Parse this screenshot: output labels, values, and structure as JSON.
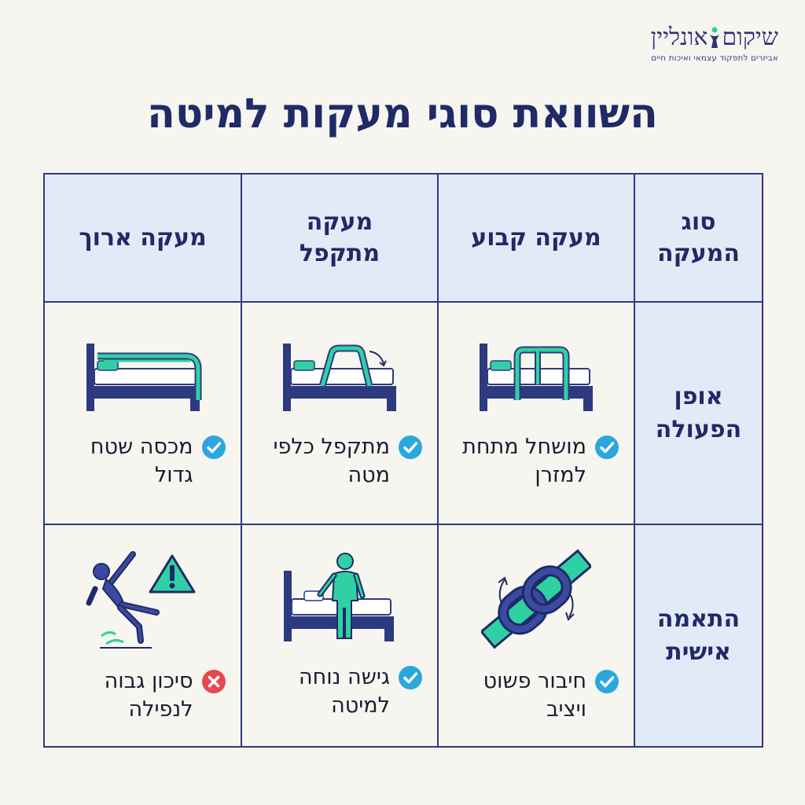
{
  "logo": {
    "name_part1": "שיקום",
    "name_part2": "אונליין",
    "tagline": "אביזרים לתפקוד עצמאי ואיכות חיים"
  },
  "title": "השוואת סוגי מעקות למיטה",
  "table": {
    "corner_header": "סוג המעקה",
    "columns": [
      "מעקה קבוע",
      "מעקה מתקפל",
      "מעקה ארוך"
    ],
    "rows": [
      {
        "header": "אופן הפעולה",
        "cells": [
          {
            "icon": "bed-fixed-rail-icon",
            "status": "check",
            "text": "מושחל מתחת למזרן"
          },
          {
            "icon": "bed-folding-rail-icon",
            "status": "check",
            "text": "מתקפל כלפי מטה"
          },
          {
            "icon": "bed-long-rail-icon",
            "status": "check",
            "text": "מכסה שטח גדול"
          }
        ]
      },
      {
        "header": "התאמה אישית",
        "cells": [
          {
            "icon": "chain-link-icon",
            "status": "check",
            "text": "חיבור פשוט ויציב"
          },
          {
            "icon": "person-at-bed-icon",
            "status": "check",
            "text": "גישה נוחה למיטה"
          },
          {
            "icon": "falling-person-warning-icon",
            "status": "cross",
            "text": "סיכון גבוה לנפילה"
          }
        ]
      }
    ]
  },
  "colors": {
    "navy": "#2d3a80",
    "teal": "#2fd1a4",
    "check_blue": "#2aa7dc",
    "cross_red": "#e5484d",
    "header_bg": "#e3eaf7"
  }
}
